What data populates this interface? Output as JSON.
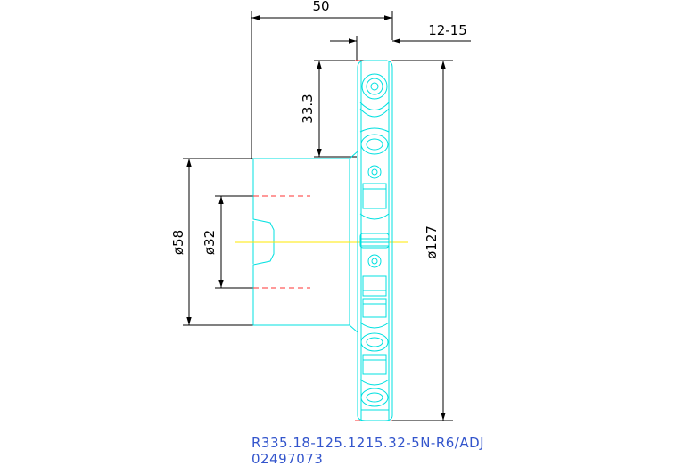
{
  "dimensions": {
    "width": "50",
    "offset": "12-15",
    "height": "33.3",
    "diameter_outer": "ø58",
    "diameter_bore": "ø32",
    "diameter_cutter": "ø127"
  },
  "caption": {
    "designation": "R335.18-125.1215.32-5N-R6/ADJ",
    "order_code": "02497073"
  },
  "colors": {
    "part": "#00e0e0",
    "dimension": "#000000",
    "axis": "#ffe800",
    "hidden": "#ff3333",
    "caption": "#3355cc"
  }
}
